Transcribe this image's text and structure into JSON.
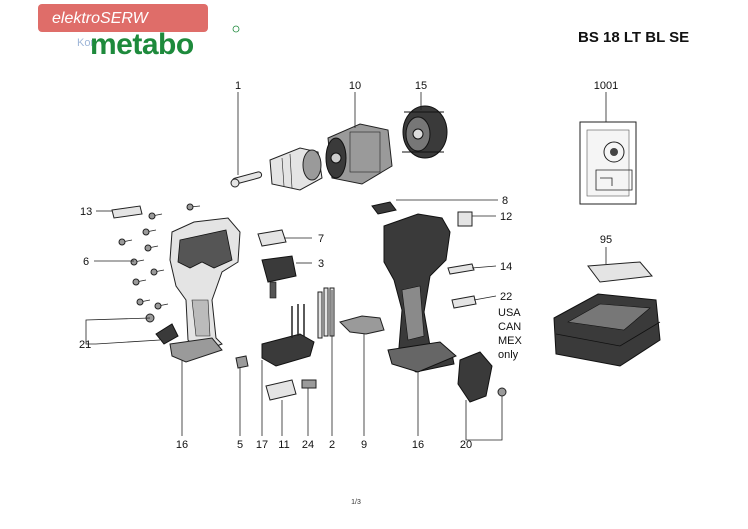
{
  "header": {
    "watermark": "elektroSERW",
    "watermark_sub": "Kon",
    "brand": "metabo",
    "model": "BS 18 LT BL SE"
  },
  "callouts": [
    {
      "id": "c-1",
      "text": "1"
    },
    {
      "id": "c-10",
      "text": "10"
    },
    {
      "id": "c-15",
      "text": "15"
    },
    {
      "id": "c-1001",
      "text": "1001"
    },
    {
      "id": "c-13",
      "text": "13"
    },
    {
      "id": "c-7",
      "text": "7"
    },
    {
      "id": "c-6",
      "text": "6"
    },
    {
      "id": "c-3",
      "text": "3"
    },
    {
      "id": "c-21",
      "text": "21"
    },
    {
      "id": "c-8",
      "text": "8"
    },
    {
      "id": "c-12",
      "text": "12"
    },
    {
      "id": "c-14",
      "text": "14"
    },
    {
      "id": "c-22",
      "text": "22"
    },
    {
      "id": "c-95",
      "text": "95"
    },
    {
      "id": "c-16a",
      "text": "16"
    },
    {
      "id": "c-5",
      "text": "5"
    },
    {
      "id": "c-17",
      "text": "17"
    },
    {
      "id": "c-11",
      "text": "11"
    },
    {
      "id": "c-24",
      "text": "24"
    },
    {
      "id": "c-2",
      "text": "2"
    },
    {
      "id": "c-9",
      "text": "9"
    },
    {
      "id": "c-16b",
      "text": "16"
    },
    {
      "id": "c-20",
      "text": "20"
    }
  ],
  "note_22": [
    "USA",
    "CAN",
    "MEX",
    "only"
  ],
  "page_number": "1/3",
  "colors": {
    "brand_green": "#1e8a3c",
    "watermark_red": "#d9534f"
  }
}
